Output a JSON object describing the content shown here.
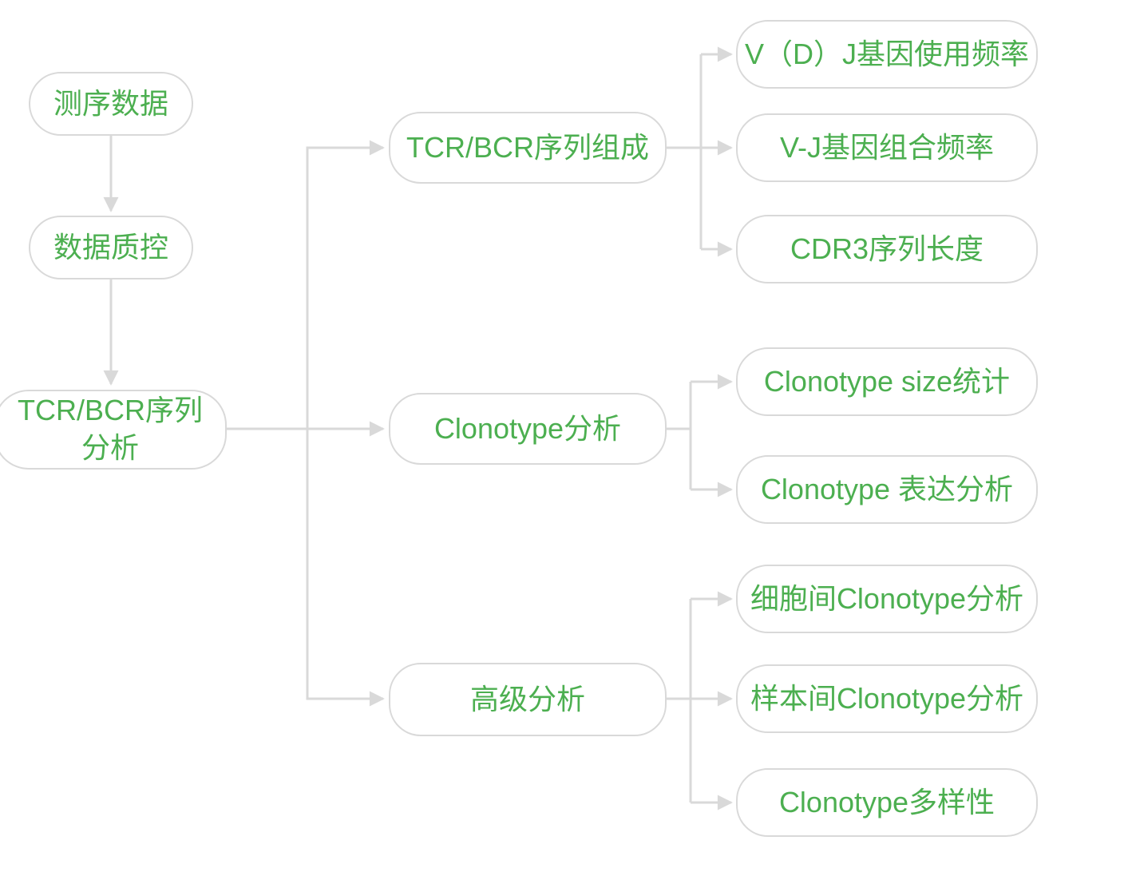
{
  "diagram": {
    "type": "flowchart",
    "colors": {
      "node_text": "#4caf50",
      "node_border": "#d9d9d9",
      "connector": "#d9d9d9",
      "background": "#ffffff"
    },
    "nodes": [
      {
        "id": "sequencing-data",
        "label": "测序数据"
      },
      {
        "id": "data-qc",
        "label": "数据质控"
      },
      {
        "id": "tcr-bcr-seq-analysis",
        "label": "TCR/BCR序列\n分析"
      },
      {
        "id": "tcr-bcr-seq-composition",
        "label": "TCR/BCR序列组成"
      },
      {
        "id": "clonotype-analysis",
        "label": "Clonotype分析"
      },
      {
        "id": "advanced-analysis",
        "label": "高级分析"
      },
      {
        "id": "vdj-gene-usage",
        "label": "V（D）J基因使用频率"
      },
      {
        "id": "vj-gene-combination",
        "label": "V-J基因组合频率"
      },
      {
        "id": "cdr3-length",
        "label": "CDR3序列长度"
      },
      {
        "id": "clonotype-size",
        "label": "Clonotype size统计"
      },
      {
        "id": "clonotype-expression",
        "label": "Clonotype 表达分析"
      },
      {
        "id": "intercell-clonotype",
        "label": "细胞间Clonotype分析"
      },
      {
        "id": "intersample-clonotype",
        "label": "样本间Clonotype分析"
      },
      {
        "id": "clonotype-diversity",
        "label": "Clonotype多样性"
      }
    ],
    "edges": [
      {
        "from": "sequencing-data",
        "to": "data-qc"
      },
      {
        "from": "data-qc",
        "to": "tcr-bcr-seq-analysis"
      },
      {
        "from": "tcr-bcr-seq-analysis",
        "to": "tcr-bcr-seq-composition"
      },
      {
        "from": "tcr-bcr-seq-analysis",
        "to": "clonotype-analysis"
      },
      {
        "from": "tcr-bcr-seq-analysis",
        "to": "advanced-analysis"
      },
      {
        "from": "tcr-bcr-seq-composition",
        "to": "vdj-gene-usage"
      },
      {
        "from": "tcr-bcr-seq-composition",
        "to": "vj-gene-combination"
      },
      {
        "from": "tcr-bcr-seq-composition",
        "to": "cdr3-length"
      },
      {
        "from": "clonotype-analysis",
        "to": "clonotype-size"
      },
      {
        "from": "clonotype-analysis",
        "to": "clonotype-expression"
      },
      {
        "from": "advanced-analysis",
        "to": "intercell-clonotype"
      },
      {
        "from": "advanced-analysis",
        "to": "intersample-clonotype"
      },
      {
        "from": "advanced-analysis",
        "to": "clonotype-diversity"
      }
    ]
  }
}
